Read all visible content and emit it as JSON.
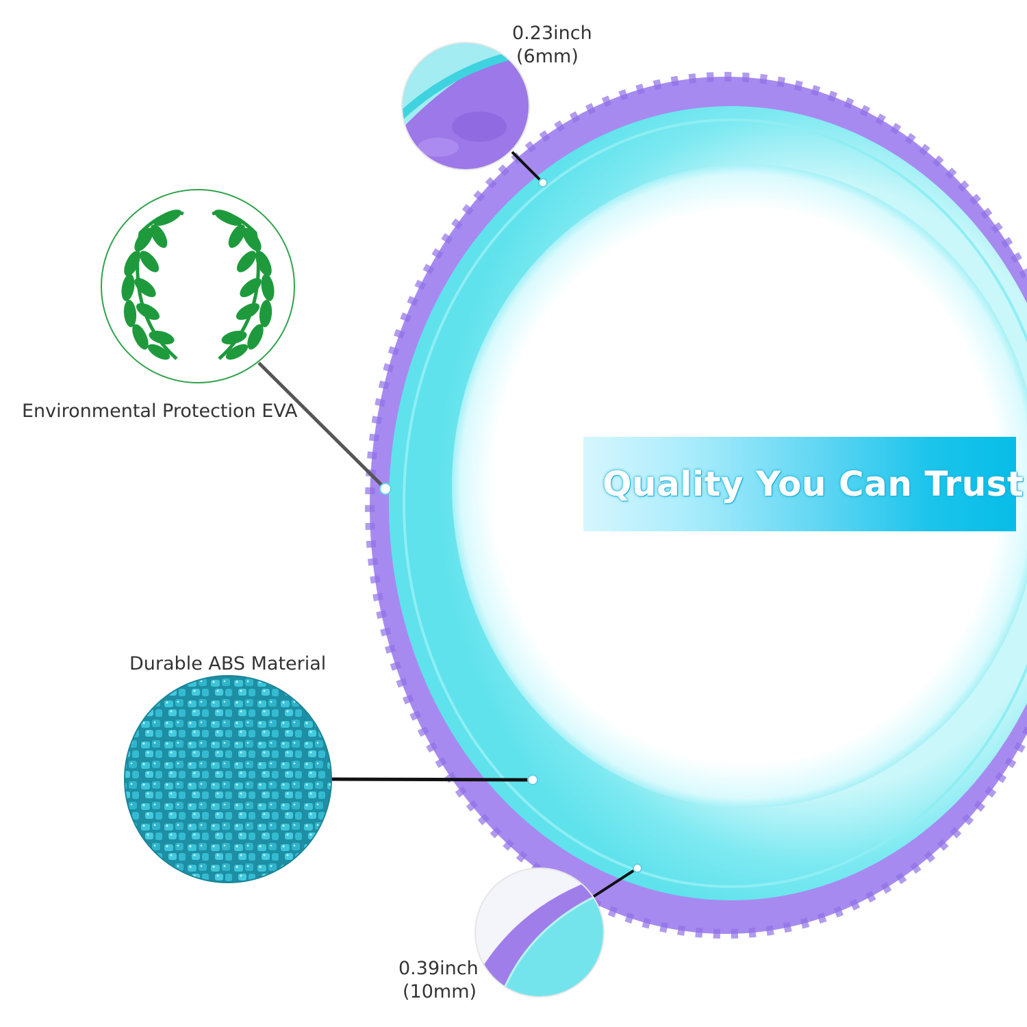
{
  "headline": "Quality You Can Trust",
  "callouts": {
    "top_thickness": {
      "line1": "0.23inch",
      "line2": "(6mm)"
    },
    "bottom_thickness": {
      "line1": "0.39inch",
      "line2": "(10mm)"
    },
    "eva": {
      "label": "Environmental Protection EVA",
      "icon": "laurel-wreath-icon"
    },
    "abs": {
      "label": "Durable ABS Material",
      "icon": "plastic-pellets-image"
    }
  },
  "colors": {
    "wheel_outer": "#a98af0",
    "wheel_shell": "#6ce6ee",
    "banner_end": "#07bde8",
    "laurel": "#1e9a3c"
  }
}
